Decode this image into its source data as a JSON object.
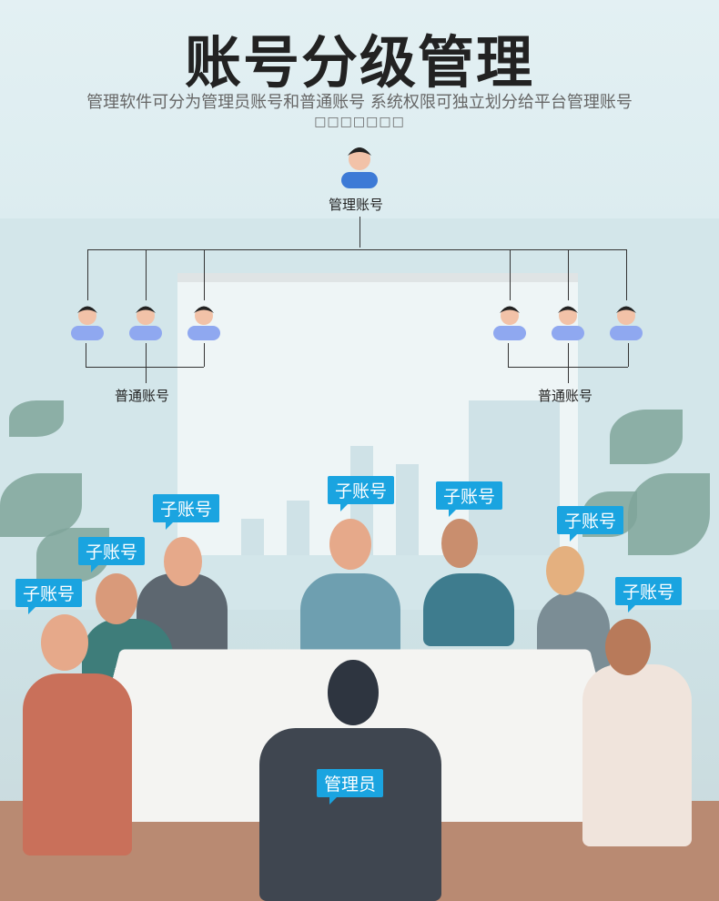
{
  "title": "账号分级管理",
  "subtitle": "管理软件可分为管理员账号和普通账号 系统权限可独立划分给平台管理账号",
  "subtitle_line2": "□□□□□□□",
  "diagram": {
    "root_label": "管理账号",
    "left_label": "普通账号",
    "right_label": "普通账号"
  },
  "tags": {
    "sub": "子账号",
    "admin": "管理员"
  },
  "colors": {
    "tag": "#1aa4e0",
    "avatar_body": "#8fa8f0",
    "root_body": "#3d7ad6"
  }
}
